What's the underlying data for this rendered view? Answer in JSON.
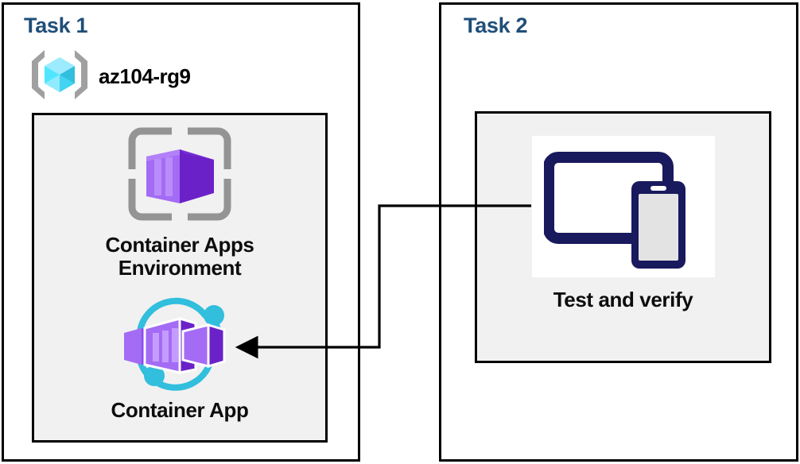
{
  "diagram": {
    "title_color": "#1F4E79",
    "panels": [
      {
        "id": "task1",
        "title": "Task 1",
        "resource_group": {
          "icon": "azure-resource-group-icon",
          "label": "az104-rg9"
        },
        "nodes": [
          {
            "icon": "container-apps-environment-icon",
            "label": "Container Apps\nEnvironment"
          },
          {
            "icon": "container-app-icon",
            "label": "Container App"
          }
        ]
      },
      {
        "id": "task2",
        "title": "Task 2",
        "nodes": [
          {
            "icon": "devices-tablet-phone-icon",
            "label": "Test and verify"
          }
        ]
      }
    ],
    "connector": {
      "name": "test-to-container-app-arrow",
      "direction": "right-to-left",
      "color": "#000000"
    },
    "colors": {
      "panel_border": "#000000",
      "inner_fill": "#f1f1f1",
      "label_text": "#0d0d0d",
      "container_purple": "#7B3FE4",
      "container_purple_light": "#A46BF5",
      "container_purple_dark": "#6020C0",
      "accent_cyan": "#32BEDD",
      "resource_group_gray": "#A0A0A0",
      "device_navy": "#19195E"
    }
  }
}
